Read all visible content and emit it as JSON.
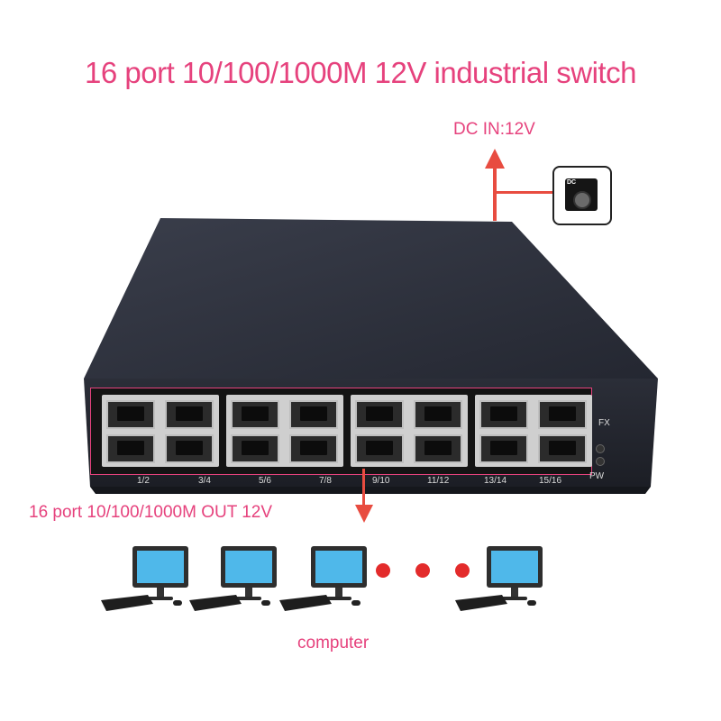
{
  "title": "16 port 10/100/1000M 12V industrial switch",
  "dc_label": "DC IN:12V",
  "dc_jack_text": "DC",
  "out_label": "16 port 10/100/1000M OUT 12V",
  "computer_label": "computer",
  "port_labels": [
    "1/2",
    "3/4",
    "5/6",
    "7/8",
    "9/10",
    "11/12",
    "13/14",
    "15/16"
  ],
  "indicator_labels": {
    "fx": "FX",
    "pw": "PW"
  },
  "colors": {
    "accent": "#e6427d",
    "arrow": "#e84c40",
    "dots": "#e32b2b",
    "chassis": "#2a2d38"
  }
}
